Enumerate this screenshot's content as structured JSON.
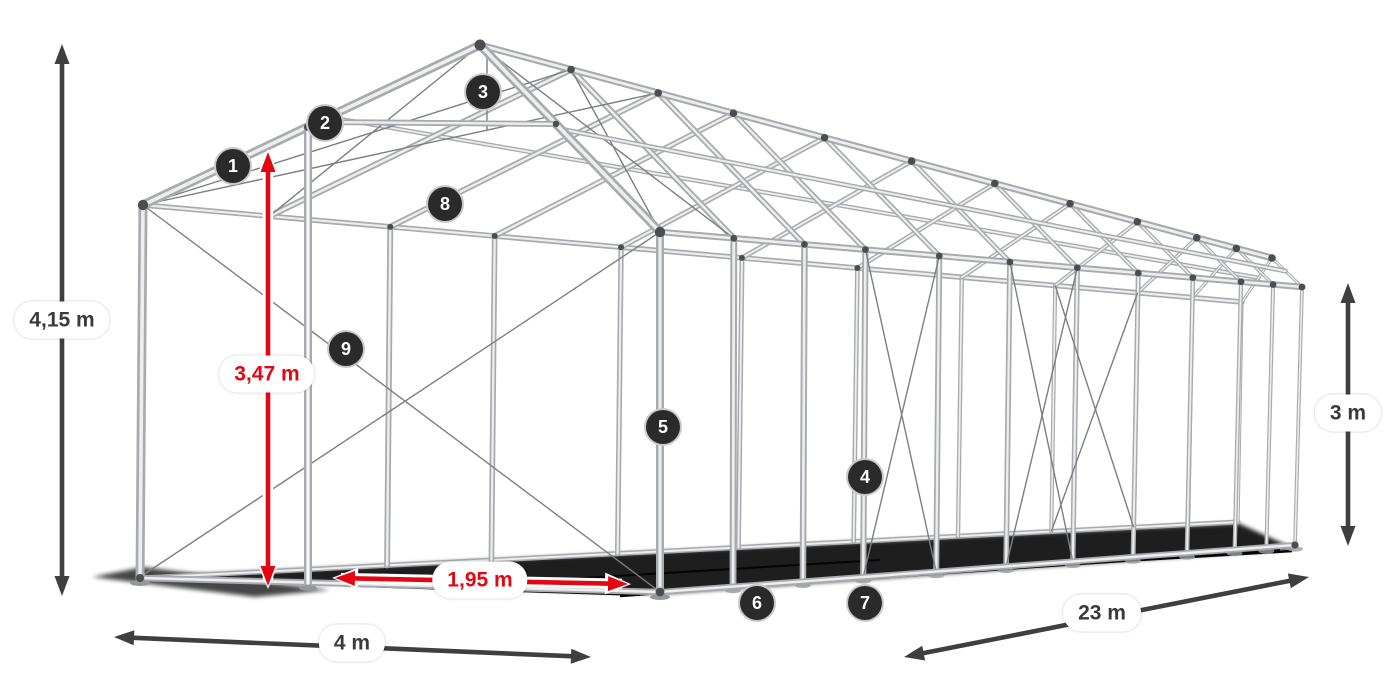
{
  "diagram": {
    "type": "tent-frame-construction-diagram",
    "dimensions": {
      "total_height": "4,15 m",
      "inner_height": "3,47 m",
      "wall_height": "3 m",
      "width": "4 m",
      "length": "23 m",
      "pole_spacing": "1,95 m"
    },
    "callouts": [
      {
        "number": "1"
      },
      {
        "number": "2"
      },
      {
        "number": "3"
      },
      {
        "number": "4"
      },
      {
        "number": "5"
      },
      {
        "number": "6"
      },
      {
        "number": "7"
      },
      {
        "number": "8"
      },
      {
        "number": "9"
      }
    ],
    "colors": {
      "dimension_red": "#e30613",
      "dimension_dark": "#3f3f3f",
      "badge_background": "#2a2a2a",
      "badge_text": "#ffffff",
      "label_text": "#3a3a3a",
      "frame_tube": "#a8aaad",
      "frame_highlight": "#eceeef",
      "connector_dark": "#4b4e51",
      "cable": "#7c7e81",
      "shadow": "#050505"
    }
  }
}
